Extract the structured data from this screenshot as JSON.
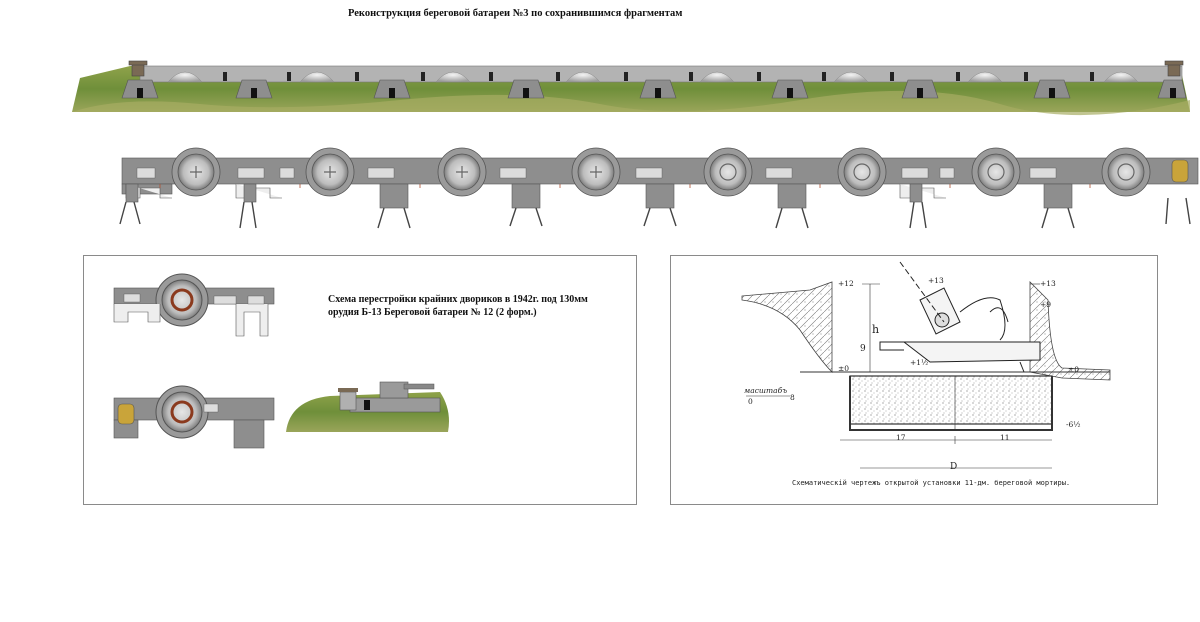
{
  "title": "Реконструкция  береговой батареи №3  по сохранившимся фрагментам",
  "scheme_caption": "Схема перестройки крайних двориков в 1942г. под 130мм орудия Б-13 Береговой батареи № 12 (2 форм.)",
  "drawing": {
    "caption": "Схематическій чертежъ открытой установки 11-дм. береговой мортиры.",
    "labels": {
      "plus12": "+12",
      "plus13_top": "+13",
      "plus13_right": "+13",
      "plus9_right": "+9",
      "h": "h",
      "nine": "9",
      "zero_left": "±0",
      "zero_right": "±0",
      "one_half": "+1½",
      "minus6": "-6½",
      "d17": "17",
      "d11": "11",
      "D": "D",
      "scale": "масштабъ",
      "scale_left": "0",
      "scale_right": "8"
    }
  },
  "colors": {
    "concrete": "#8e8e8e",
    "concrete_light": "#c8c8c8",
    "grass": "#6f8f3a",
    "gun_ring": "#8b3a1e",
    "shelter": "#c9a43a"
  }
}
